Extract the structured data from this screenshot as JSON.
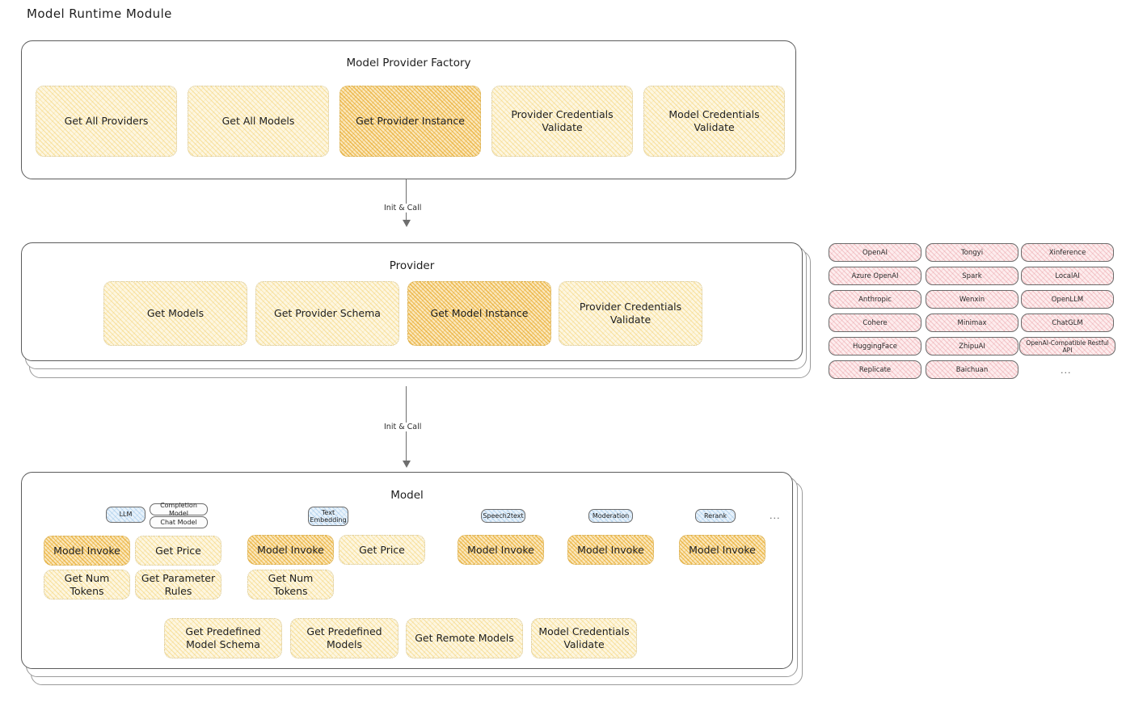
{
  "page": {
    "title": "Model Runtime Module"
  },
  "colors": {
    "node_fill": "#fdf6e0",
    "node_fill_strong": "#fae7bc",
    "node_hatch": "#f3ce68",
    "chip_fill": "#fdeced",
    "chip_hatch": "#e28189",
    "badge_fill": "#e8f2fb",
    "badge_hatch": "#78afde",
    "stroke": "#5c5c5c",
    "text": "#1e1e1e"
  },
  "factory": {
    "title": "Model Provider Factory",
    "nodes": [
      {
        "label": "Get All Providers",
        "highlighted": false
      },
      {
        "label": "Get All Models",
        "highlighted": false
      },
      {
        "label": "Get Provider Instance",
        "highlighted": true
      },
      {
        "label": "Provider Credentials Validate",
        "highlighted": false
      },
      {
        "label": "Model Credentials Validate",
        "highlighted": false
      }
    ]
  },
  "arrows": [
    {
      "label": "Init & Call",
      "from": "Model Provider Factory",
      "to": "Provider"
    },
    {
      "label": "Init & Call",
      "from": "Provider",
      "to": "Model"
    }
  ],
  "provider": {
    "title": "Provider",
    "nodes": [
      {
        "label": "Get Models",
        "highlighted": false
      },
      {
        "label": "Get Provider Schema",
        "highlighted": false
      },
      {
        "label": "Get Model Instance",
        "highlighted": true
      },
      {
        "label": "Provider Credentials Validate",
        "highlighted": false
      }
    ]
  },
  "provider_list": {
    "columns": [
      [
        "OpenAI",
        "Azure OpenAI",
        "Anthropic",
        "Cohere",
        "HuggingFace",
        "Replicate"
      ],
      [
        "Tongyi",
        "Spark",
        "Wenxin",
        "Minimax",
        "ZhipuAI",
        "Baichuan"
      ],
      [
        "Xinference",
        "LocalAI",
        "OpenLLM",
        "ChatGLM",
        "OpenAI-Compatible Restful API"
      ]
    ],
    "more": "..."
  },
  "model": {
    "title": "Model",
    "more": "...",
    "types": [
      {
        "badge": "LLM",
        "sub_badges": [
          "Completion Model",
          "Chat Model"
        ],
        "nodes": [
          {
            "label": "Model Invoke",
            "highlighted": true
          },
          {
            "label": "Get Price",
            "highlighted": false
          },
          {
            "label": "Get Num Tokens",
            "highlighted": false
          },
          {
            "label": "Get Parameter Rules",
            "highlighted": false
          }
        ]
      },
      {
        "badge": "Text Embedding",
        "sub_badges": [],
        "nodes": [
          {
            "label": "Model Invoke",
            "highlighted": true
          },
          {
            "label": "Get Price",
            "highlighted": false
          },
          {
            "label": "Get Num Tokens",
            "highlighted": false
          }
        ]
      },
      {
        "badge": "Speech2text",
        "sub_badges": [],
        "nodes": [
          {
            "label": "Model Invoke",
            "highlighted": true
          }
        ]
      },
      {
        "badge": "Moderation",
        "sub_badges": [],
        "nodes": [
          {
            "label": "Model Invoke",
            "highlighted": true
          }
        ]
      },
      {
        "badge": "Rerank",
        "sub_badges": [],
        "nodes": [
          {
            "label": "Model Invoke",
            "highlighted": true
          }
        ]
      }
    ],
    "common_nodes": [
      {
        "label": "Get Predefined Model Schema"
      },
      {
        "label": "Get Predefined Models"
      },
      {
        "label": "Get Remote Models"
      },
      {
        "label": "Model Credentials Validate"
      }
    ]
  }
}
